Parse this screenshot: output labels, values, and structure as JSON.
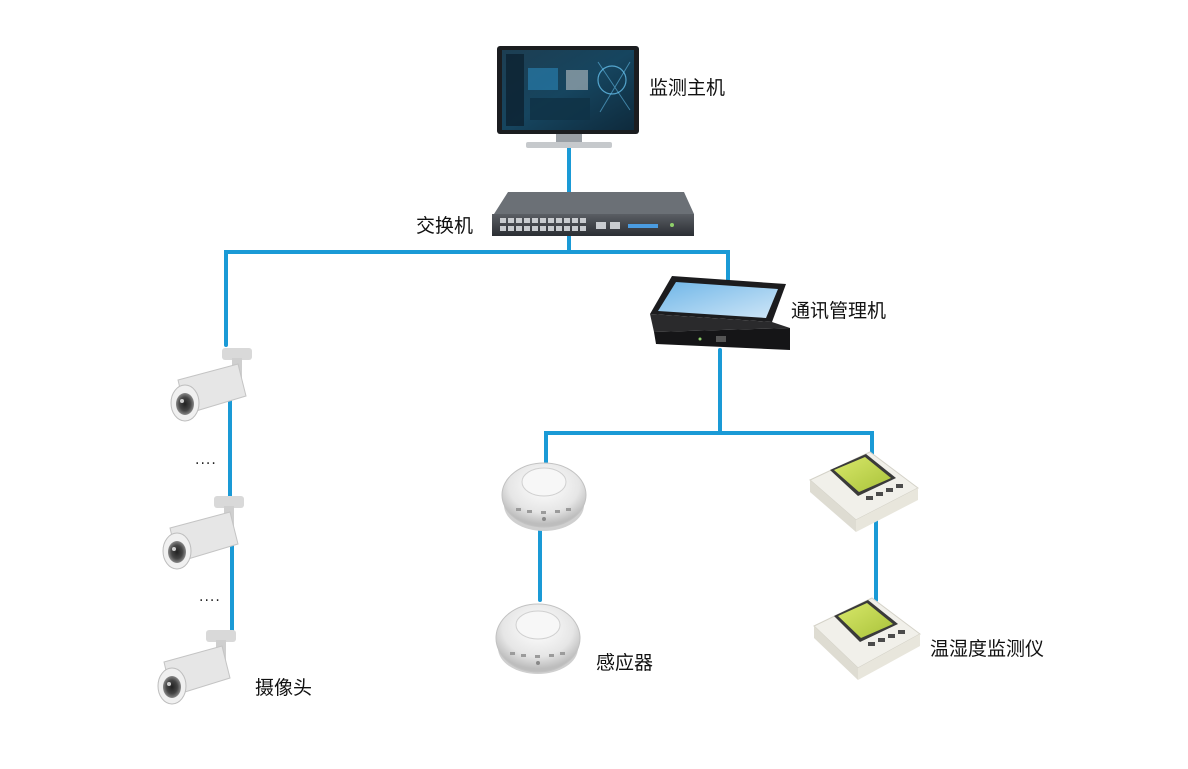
{
  "labels": {
    "host": "监测主机",
    "switch": "交换机",
    "comm_manager": "通讯管理机",
    "camera": "摄像头",
    "sensor": "感应器",
    "th_monitor": "温湿度监测仪"
  },
  "ellipsis": {
    "first": "....",
    "second": "...."
  },
  "colors": {
    "connection_line": "#1a9ad6",
    "text": "#111111"
  }
}
